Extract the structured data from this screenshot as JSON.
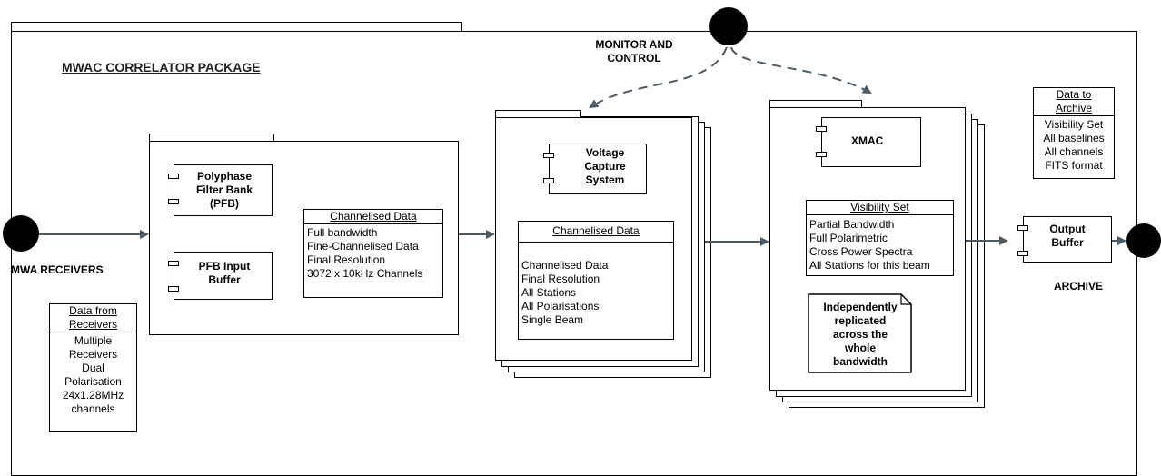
{
  "package": {
    "title": "MWAC CORRELATOR PACKAGE"
  },
  "monitor": {
    "label_line1": "MONITOR AND",
    "label_line2": "CONTROL"
  },
  "receivers": {
    "label": "MWA RECEIVERS"
  },
  "archive": {
    "label": "ARCHIVE"
  },
  "data_from_receivers": {
    "title_line1": "Data from",
    "title_line2": "Receivers",
    "lines": [
      "Multiple",
      "Receivers",
      "Dual",
      "Polarisation",
      "24x1.28MHz",
      "channels"
    ]
  },
  "pfb_package": {
    "polyphase": {
      "line1": "Polyphase",
      "line2": "Filter Bank",
      "line3": "(PFB)"
    },
    "pfb_input": {
      "line1": "PFB Input",
      "line2": "Buffer"
    },
    "channelised": {
      "title": "Channelised Data",
      "lines": [
        "Full bandwidth",
        "Fine-Channelised Data",
        "Final Resolution",
        "3072 x 10kHz Channels"
      ]
    }
  },
  "beam_package": {
    "voltage_capture": {
      "line1": "Voltage",
      "line2": "Capture",
      "line3": "System"
    },
    "channelised": {
      "title": "Channelised Data",
      "lines": [
        "Channelised Data",
        "Final Resolution",
        "All Stations",
        "All Polarisations",
        "Single Beam"
      ]
    }
  },
  "xmac_package": {
    "xmac": {
      "label": "XMAC"
    },
    "visibility": {
      "title": "Visibility Set",
      "lines": [
        "Partial Bandwidth",
        "Full Polarimetric",
        "Cross Power Spectra",
        "All Stations for this beam"
      ]
    },
    "note": {
      "lines": [
        "Independently",
        "replicated",
        "across the",
        "whole",
        "bandwidth"
      ]
    }
  },
  "output_buffer": {
    "line1": "Output",
    "line2": "Buffer"
  },
  "data_to_archive": {
    "title_line1": "Data to",
    "title_line2": "Archive",
    "lines": [
      "Visibility Set",
      "All baselines",
      "All channels",
      "FITS format"
    ]
  },
  "colors": {
    "arrow": "#4a5a66",
    "line": "#000000",
    "background": "#ffffff"
  }
}
